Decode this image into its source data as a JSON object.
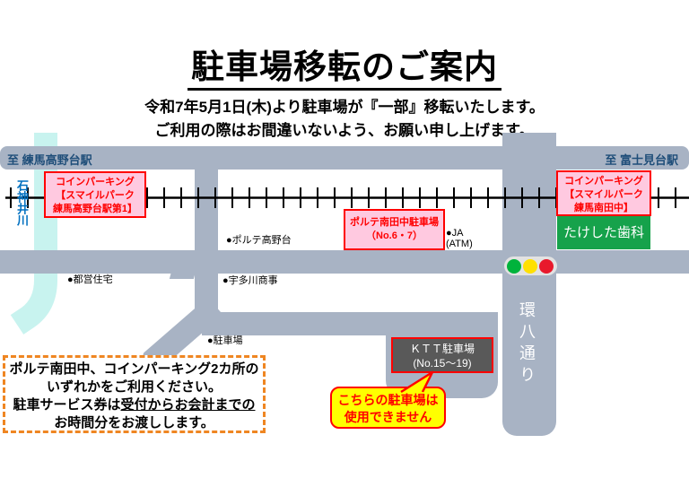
{
  "header": {
    "title": "駐車場移転のご案内",
    "subtitle1": "令和7年5月1日(木)より駐車場が『一部』移転いたします。",
    "subtitle2": "ご利用の際はお間違いないよう、お願い申し上げます。"
  },
  "map": {
    "directions": {
      "left": "至 練馬高野台駅",
      "right": "至 富士見台駅"
    },
    "river_label": "石神井川",
    "kanpachi_label": "環八通り",
    "parking_boxes": {
      "smile_takanodai": {
        "line1": "コインパーキング",
        "line2": "【スマイルパーク",
        "line3": "練馬高野台駅第1】"
      },
      "porte_minamitanaka": {
        "line1": "ポルテ南田中駐車場",
        "line2": "（No.6・7）"
      },
      "smile_minamitanaka": {
        "line1": "コインパーキング",
        "line2": "【スマイルパーク",
        "line3": "練馬南田中】"
      },
      "ktt": {
        "line1": "ＫＴＴ駐車場",
        "line2": "(No.15～19)"
      }
    },
    "dental_clinic": "たけした歯科",
    "landmarks": {
      "porte_takanodai": "●ポルテ高野台",
      "toei_housing": "●都営住宅",
      "udagawa_shoji": "●宇多川商事",
      "ja_line1": "●JA",
      "ja_line2": "(ATM)",
      "parking": "●駐車場"
    },
    "bubble": {
      "line1": "こちらの駐車場は",
      "line2": "使用できません"
    },
    "traffic_light_colors": [
      "green",
      "yellow",
      "red"
    ]
  },
  "notice": {
    "line1": "ポルテ南田中、コインパーキング2カ所の",
    "line2": "いずれかをご利用ください。",
    "line3_pre": "駐車サービス券は",
    "line3_underlined": "受付からお会計までの",
    "line4": "お時間分をお渡しします。"
  },
  "colors": {
    "road": "#a8b3c4",
    "river": "#c8f3ef",
    "parking_box_fill": "#ffc9e0",
    "alert_red": "#ff0000",
    "clinic_green": "#16a24b",
    "ktt_gray": "#595959",
    "bubble_yellow": "#ffff00",
    "notice_border_orange": "#ef8622",
    "direction_text_blue": "#1f4e79",
    "river_text_blue": "#0070c0",
    "traffic_green": "#00b33c",
    "traffic_yellow": "#ffe000",
    "traffic_red": "#e8192c"
  }
}
